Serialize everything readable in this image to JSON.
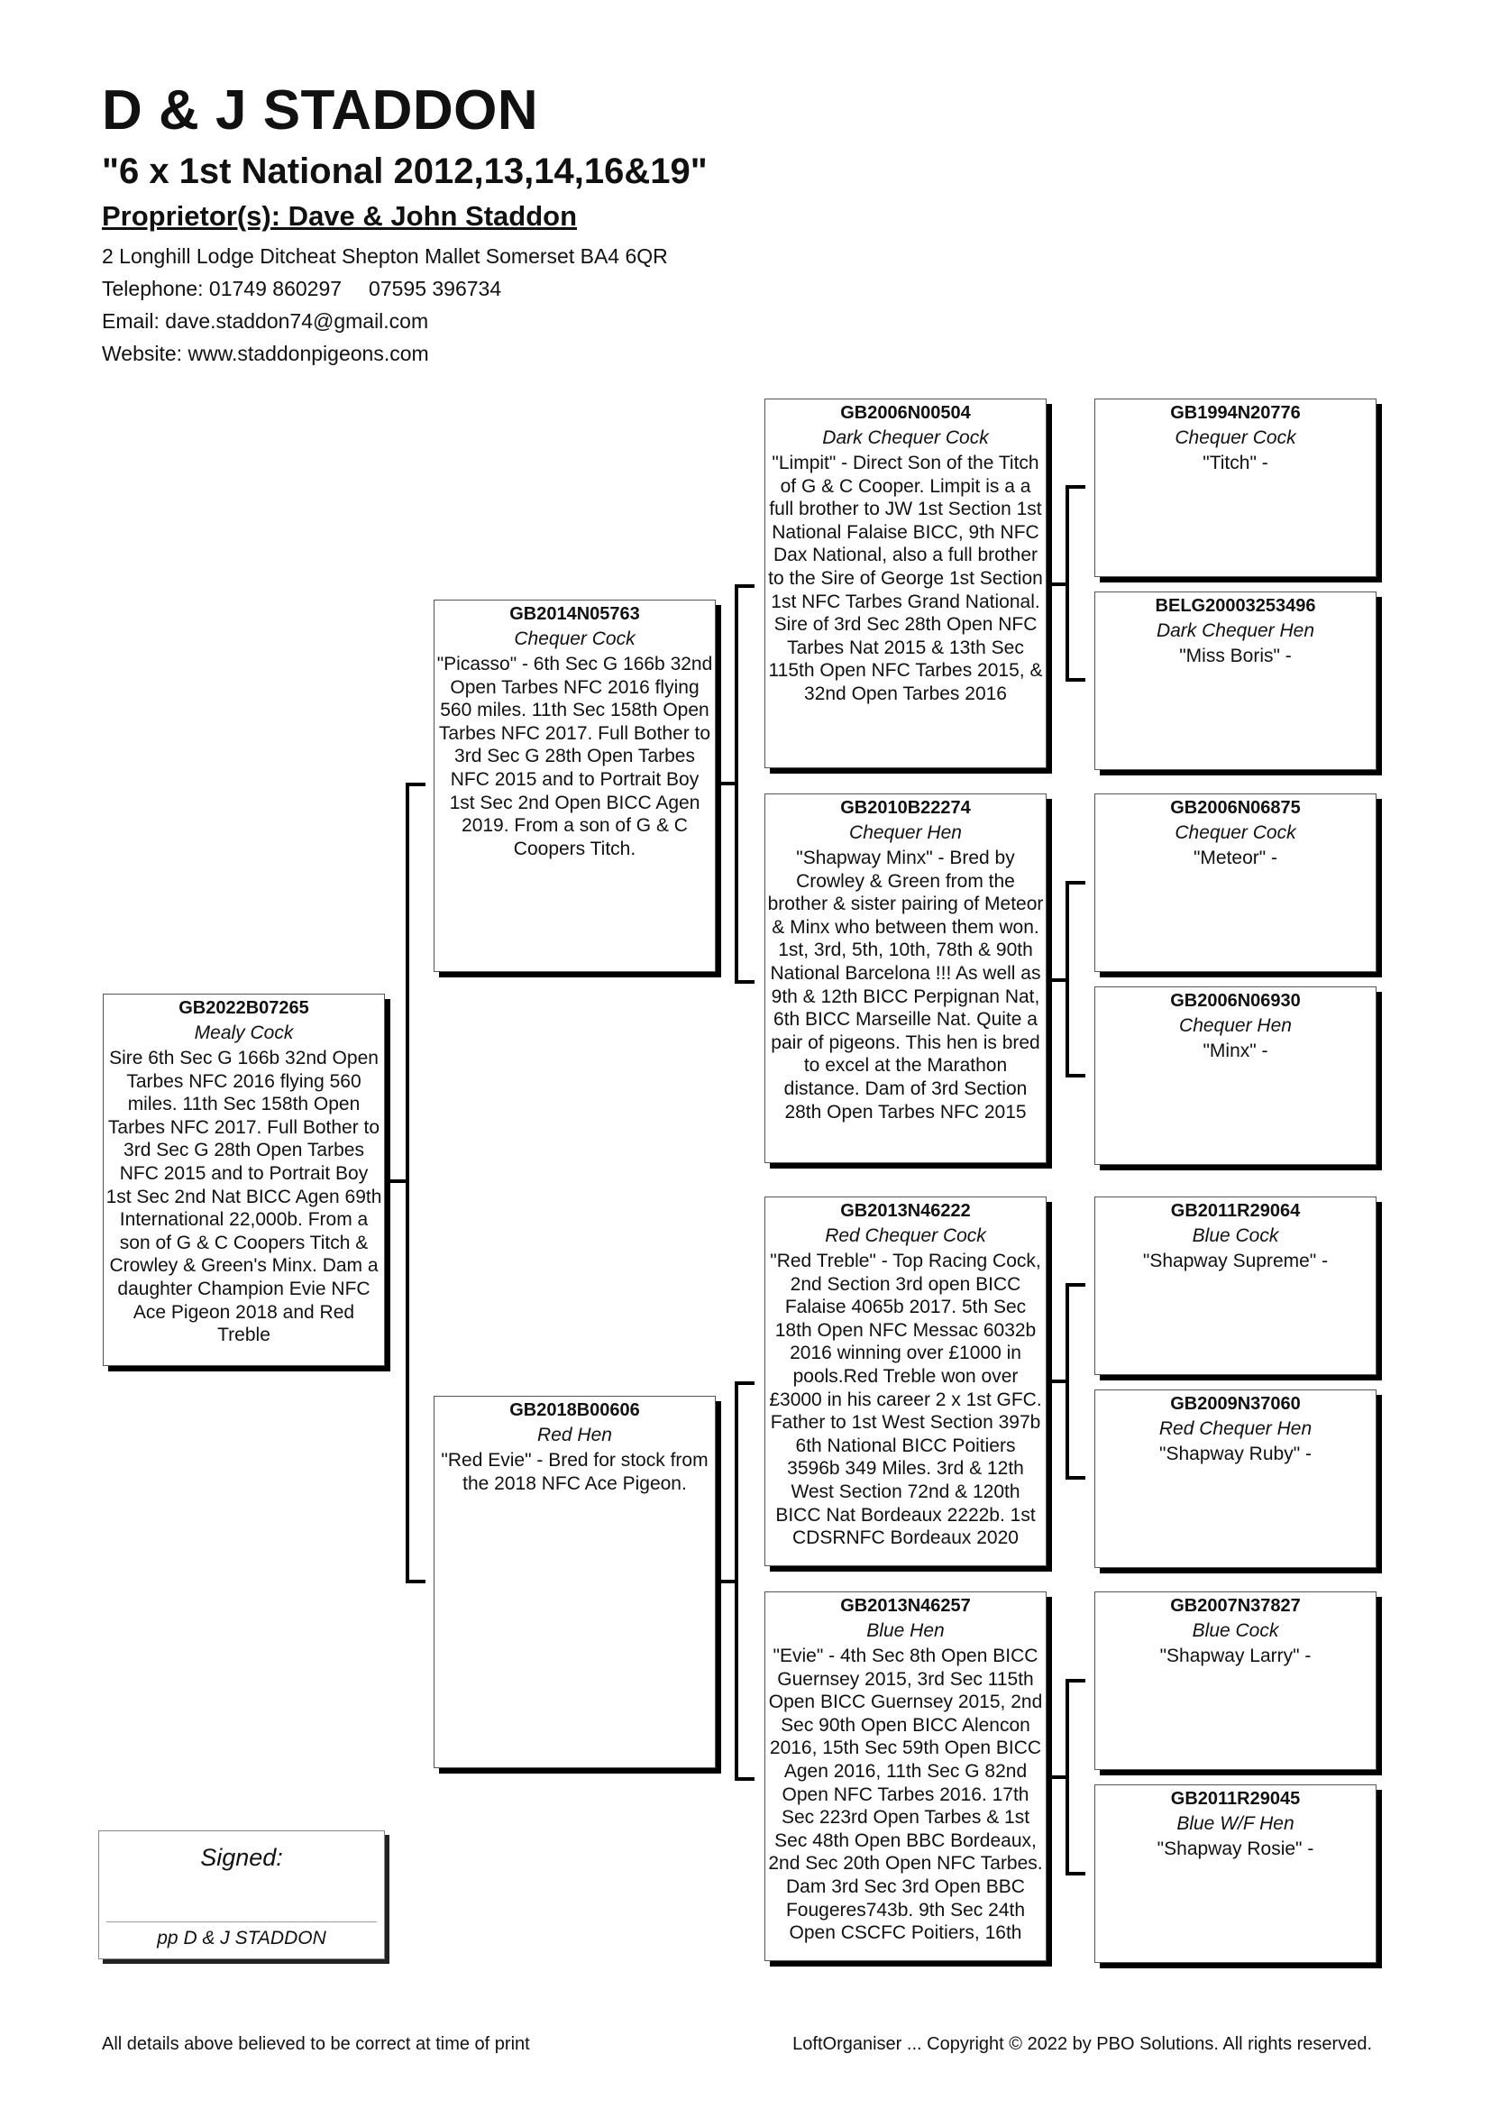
{
  "header": {
    "title": "D & J STADDON",
    "subtitle": "\"6 x 1st National 2012,13,14,16&19\"",
    "proprietor": "Proprietor(s): Dave & John Staddon",
    "address": "2 Longhill Lodge Ditcheat Shepton Mallet Somerset  BA4 6QR",
    "telephone_label": "Telephone: 01749 860297",
    "telephone_alt": "07595 396734",
    "email": "Email: dave.staddon74@gmail.com",
    "website": "Website: www.staddonpigeons.com"
  },
  "pedigree": {
    "subject": {
      "ring": "GB2022B07265",
      "color": "Mealy Cock",
      "notes": "Sire 6th Sec G 166b 32nd Open Tarbes NFC 2016 flying 560 miles. 11th Sec 158th Open Tarbes NFC 2017. Full Bother to 3rd Sec G 28th Open Tarbes NFC 2015 and to Portrait Boy 1st Sec 2nd Nat BICC Agen 69th International 22,000b. From a son of G & C Coopers Titch & Crowley & Green's Minx. Dam a daughter Champion Evie NFC Ace Pigeon 2018 and Red Treble"
    },
    "sire": {
      "ring": "GB2014N05763",
      "color": "Chequer Cock",
      "notes": "\"Picasso\" - 6th Sec G 166b 32nd Open Tarbes NFC 2016 flying 560 miles. 11th Sec 158th Open Tarbes NFC 2017. Full Bother to 3rd Sec G 28th Open Tarbes NFC 2015 and to Portrait Boy 1st Sec 2nd Open BICC Agen 2019. From a son of G & C Coopers Titch."
    },
    "dam": {
      "ring": "GB2018B00606",
      "color": "Red Hen",
      "notes": "\"Red Evie\" - Bred for stock from the 2018 NFC Ace Pigeon."
    },
    "ss": {
      "ring": "GB2006N00504",
      "color": "Dark Chequer Cock",
      "notes": "\"Limpit\" - Direct Son of the Titch of G & C Cooper. Limpit is a a full brother to JW 1st Section 1st National Falaise BICC, 9th NFC Dax National, also a full brother to the Sire of George 1st Section 1st NFC Tarbes Grand National. Sire of 3rd Sec 28th Open NFC Tarbes Nat 2015 & 13th Sec 115th Open NFC Tarbes 2015, & 32nd Open Tarbes 2016"
    },
    "sd": {
      "ring": "GB2010B22274",
      "color": "Chequer Hen",
      "notes": "\"Shapway Minx\" - Bred by Crowley & Green from the brother & sister pairing of Meteor & Minx who between them won. 1st, 3rd, 5th, 10th, 78th & 90th National Barcelona !!! As well as 9th & 12th BICC Perpignan Nat, 6th BICC Marseille Nat. Quite a pair of pigeons. This hen is bred to excel at the Marathon distance. Dam of 3rd Section 28th Open Tarbes NFC 2015"
    },
    "ds": {
      "ring": "GB2013N46222",
      "color": "Red Chequer Cock",
      "notes": "\"Red Treble\" - Top Racing Cock, 2nd Section 3rd open BICC Falaise 4065b 2017. 5th Sec 18th Open NFC Messac 6032b 2016 winning over £1000 in pools.Red Treble won over £3000 in his career 2 x 1st GFC. Father to 1st West Section 397b 6th National BICC Poitiers 3596b 349 Miles. 3rd & 12th West Section 72nd & 120th BICC Nat Bordeaux 2222b. 1st CDSRNFC Bordeaux 2020"
    },
    "dd": {
      "ring": "GB2013N46257",
      "color": "Blue Hen",
      "notes": "\"Evie\" - 4th Sec 8th Open BICC Guernsey 2015, 3rd Sec 115th Open BICC Guernsey 2015, 2nd Sec 90th Open BICC Alencon 2016, 15th Sec 59th Open BICC Agen 2016, 11th Sec G 82nd Open NFC Tarbes 2016. 17th Sec 223rd Open Tarbes & 1st Sec 48th Open BBC Bordeaux, 2nd Sec 20th Open NFC Tarbes. Dam 3rd Sec 3rd Open BBC Fougeres743b. 9th Sec 24th Open CSCFC Poitiers, 16th"
    },
    "sss": {
      "ring": "GB1994N20776",
      "color": "Chequer Cock",
      "notes": "\"Titch\" -"
    },
    "ssd": {
      "ring": "BELG20003253496",
      "color": "Dark Chequer Hen",
      "notes": "\"Miss Boris\" -"
    },
    "sds": {
      "ring": "GB2006N06875",
      "color": "Chequer Cock",
      "notes": "\"Meteor\" -"
    },
    "sdd": {
      "ring": "GB2006N06930",
      "color": "Chequer Hen",
      "notes": "\"Minx\" -"
    },
    "dss": {
      "ring": "GB2011R29064",
      "color": "Blue Cock",
      "notes": "\"Shapway Supreme\" -"
    },
    "dsd": {
      "ring": "GB2009N37060",
      "color": "Red Chequer Hen",
      "notes": "\"Shapway Ruby\" -"
    },
    "dds": {
      "ring": "GB2007N37827",
      "color": "Blue Cock",
      "notes": "\"Shapway Larry\" -"
    },
    "ddd": {
      "ring": "GB2011R29045",
      "color": "Blue W/F Hen",
      "notes": "\"Shapway Rosie\" -"
    }
  },
  "signature": {
    "label": "Signed:",
    "name": "pp D & J STADDON"
  },
  "footer": {
    "disclaimer": "All details above believed to be correct at time of print",
    "copyright": "LoftOrganiser ... Copyright © 2022 by PBO Solutions. All rights reserved."
  }
}
